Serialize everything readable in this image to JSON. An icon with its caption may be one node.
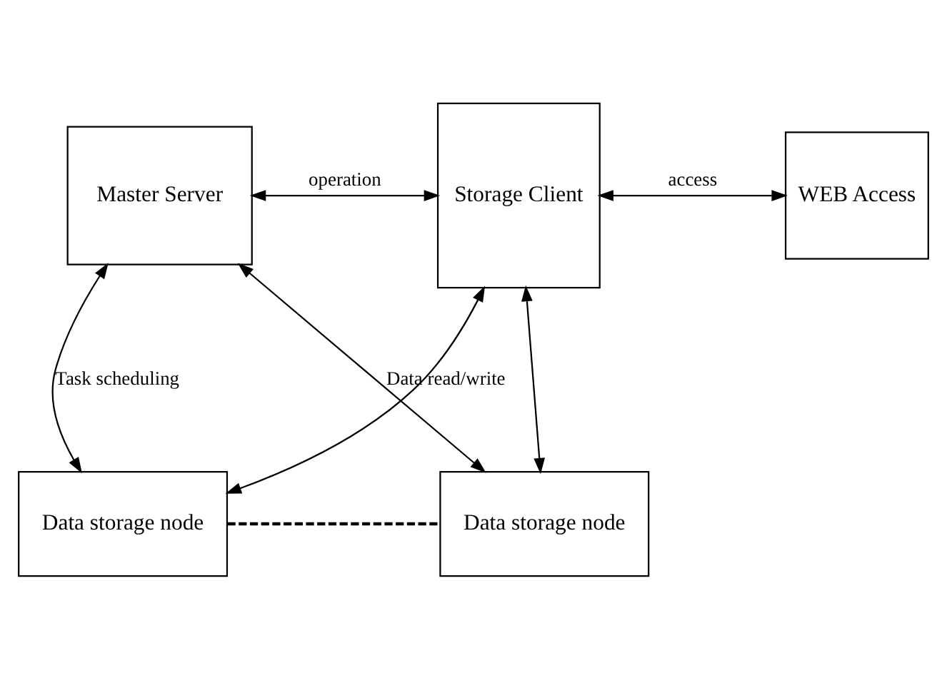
{
  "diagram": {
    "nodes": [
      {
        "text": [
          "Master Server"
        ]
      },
      {
        "text": [
          "Storage Client"
        ]
      },
      {
        "text": [
          "WEB Access"
        ]
      },
      {
        "text": [
          "Data storage node"
        ]
      },
      {
        "text": [
          "Data storage node"
        ]
      }
    ],
    "edges": [
      {
        "from": 0,
        "to": 1,
        "arrow": "both",
        "label": "operation"
      },
      {
        "from": 1,
        "to": 2,
        "arrow": "both",
        "label": "access"
      },
      {
        "from": 0,
        "to": 3,
        "arrow": "both",
        "label": "Task scheduling"
      },
      {
        "from": 1,
        "to": 3,
        "arrow": "both"
      },
      {
        "from": 0,
        "to": 4,
        "arrow": "both",
        "label": "Data read/write"
      },
      {
        "from": 1,
        "to": 4,
        "arrow": "both"
      },
      {
        "from": 3,
        "to": 4,
        "arrow": "none",
        "style": "dashed"
      }
    ]
  }
}
